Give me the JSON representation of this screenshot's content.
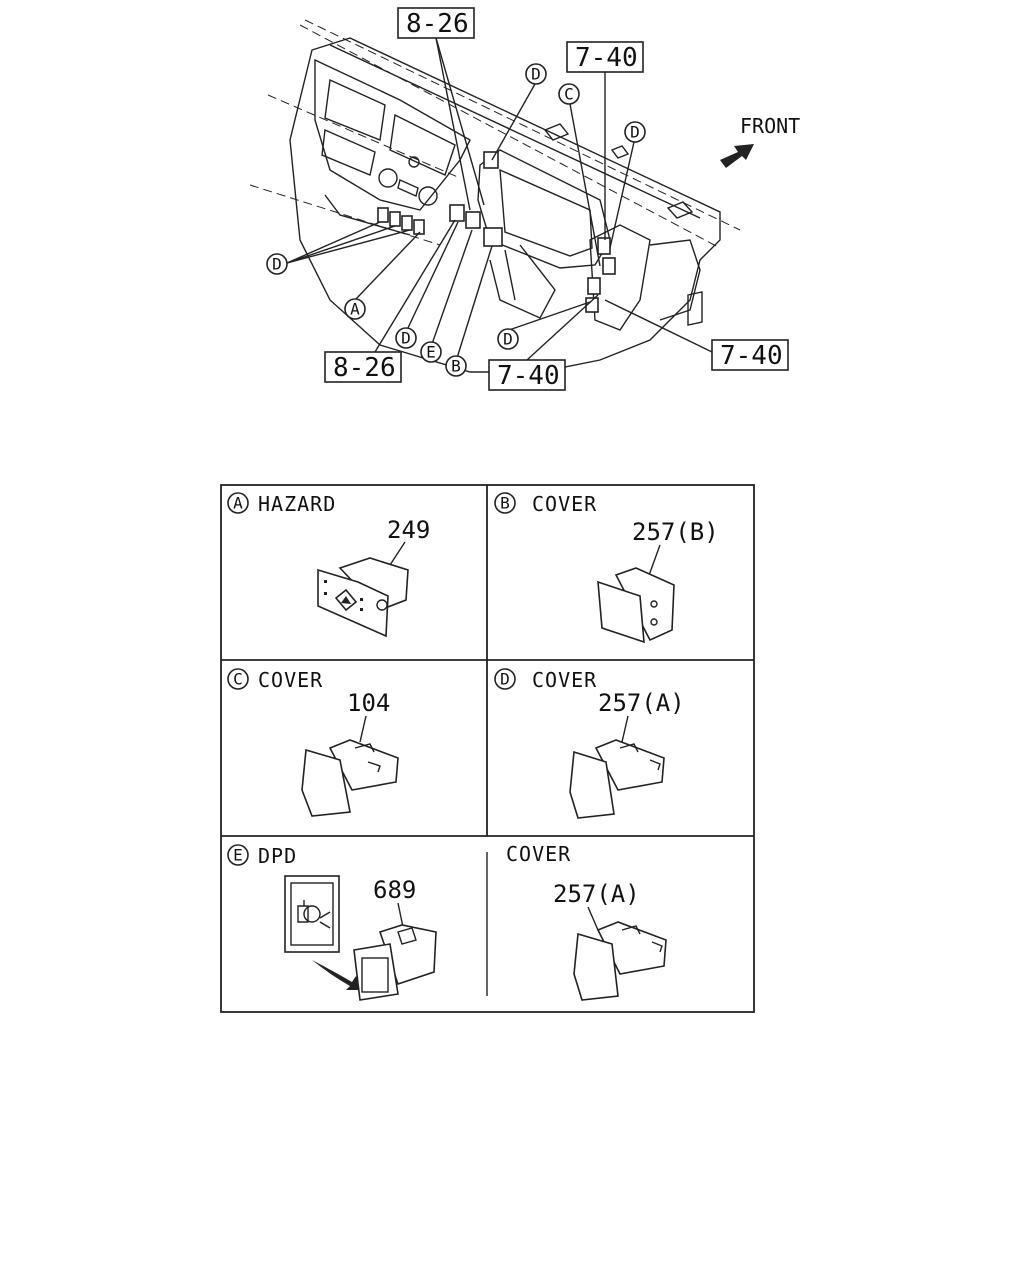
{
  "overview": {
    "front_label": "FRONT",
    "refs": [
      "8-26",
      "7-40",
      "7-40",
      "7-40",
      "8-26"
    ],
    "callouts": [
      "D",
      "C",
      "D",
      "D",
      "A",
      "D",
      "E",
      "B",
      "D"
    ]
  },
  "cells": [
    {
      "letter": "A",
      "name": "HAZARD",
      "part": "249"
    },
    {
      "letter": "B",
      "name": "COVER",
      "part": "257(B)"
    },
    {
      "letter": "C",
      "name": "COVER",
      "part": "104"
    },
    {
      "letter": "D",
      "name": "COVER",
      "part": "257(A)"
    },
    {
      "letter": "E",
      "name": "DPD",
      "part": "689"
    },
    {
      "letter": "",
      "name": "COVER",
      "part": "257(A)"
    }
  ]
}
